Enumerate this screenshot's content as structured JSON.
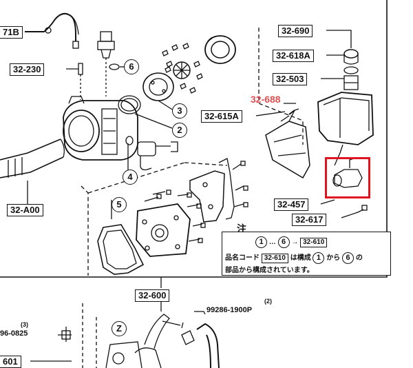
{
  "labels": {
    "p71B": "71B",
    "p32_230": "32-230",
    "p32_A00": "32-A00",
    "p32_690": "32-690",
    "p32_618A": "32-618A",
    "p32_503": "32-503",
    "p32_688": "32-688",
    "p32_615A": "32-615A",
    "p32_457": "32-457",
    "p32_617": "32-617",
    "p32_600": "32-600",
    "p99286": "99286-1900P",
    "p99286_qty": "(2)",
    "p0825": "96-0825",
    "p0825_qty": "(3)",
    "p601": "601"
  },
  "circled": {
    "c1": "1",
    "c2": "2",
    "c3": "3",
    "c4": "4",
    "c5": "5",
    "c6": "6",
    "cZ": "Z"
  },
  "note": {
    "title": "注",
    "range_start": "1",
    "range_sep": "…",
    "range_end": "6",
    "arrow": "→",
    "range_target": "32-610",
    "line2_prefix": "品名コード",
    "line2_code": "32-610",
    "line2_mid": "は構成",
    "line2_from": "1",
    "line2_kara": "から",
    "line2_to": "6",
    "line2_suffix": "の",
    "line3": "部品から構成されています。"
  },
  "colors": {
    "highlight": "#e0141e",
    "ghost_label": "#e05050",
    "ink": "#111111"
  }
}
